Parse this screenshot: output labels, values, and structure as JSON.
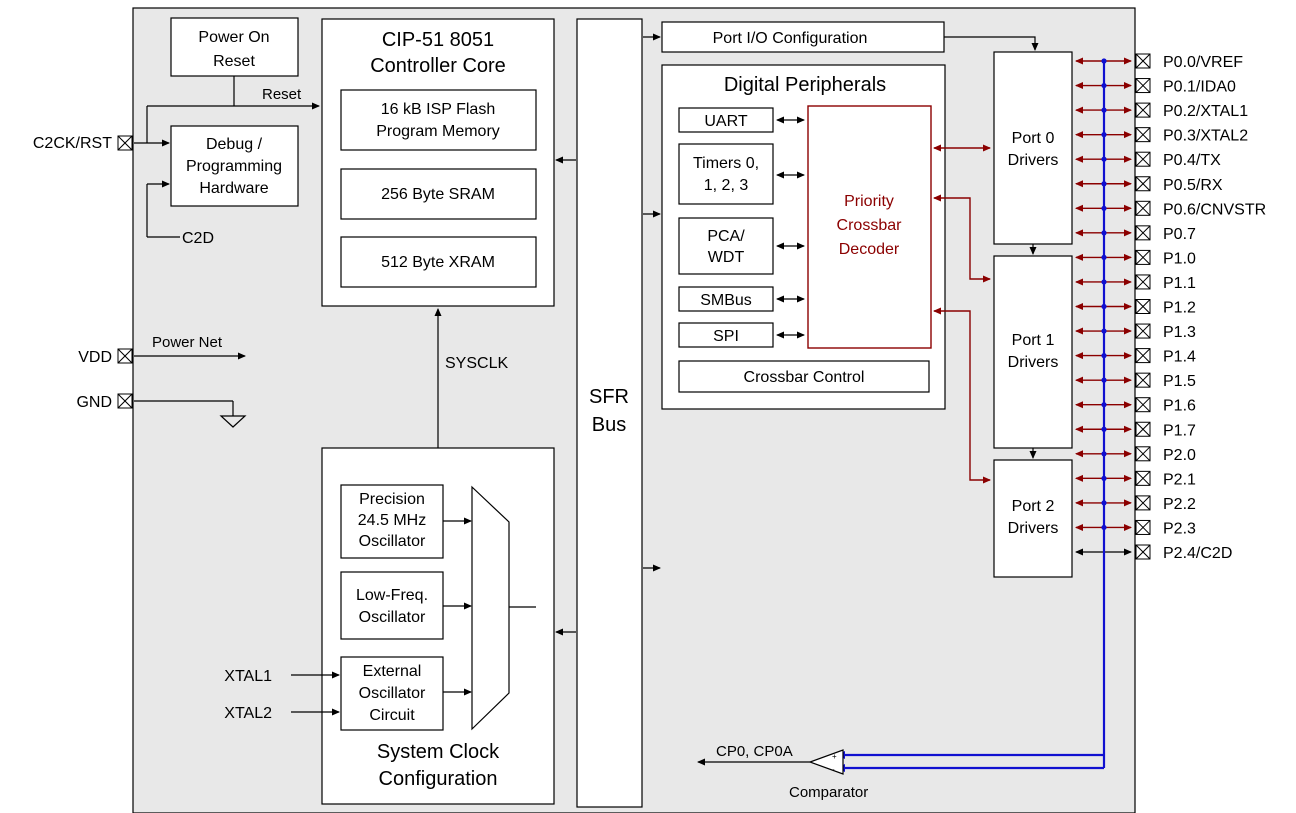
{
  "blocks": {
    "power_on_reset": [
      "Power On",
      "Reset"
    ],
    "debug": [
      "Debug /",
      "Programming",
      "Hardware"
    ],
    "cpu_core": [
      "CIP-51 8051",
      "Controller Core"
    ],
    "flash": [
      "16 kB ISP Flash",
      "Program Memory"
    ],
    "sram": "256 Byte SRAM",
    "xram": "512 Byte XRAM",
    "sfr_bus": [
      "SFR",
      "Bus"
    ],
    "port_io_config": "Port I/O Configuration",
    "digital_peripherals": "Digital Peripherals",
    "uart": "UART",
    "timers": [
      "Timers 0,",
      "1, 2, 3"
    ],
    "pca": [
      "PCA/",
      "WDT"
    ],
    "smbus": "SMBus",
    "spi": "SPI",
    "crossbar_decoder": [
      "Priority",
      "Crossbar",
      "Decoder"
    ],
    "crossbar_control": "Crossbar Control",
    "port0": [
      "Port 0",
      "Drivers"
    ],
    "port1": [
      "Port 1",
      "Drivers"
    ],
    "port2": [
      "Port 2",
      "Drivers"
    ],
    "precision_osc": [
      "Precision",
      "24.5 MHz",
      "Oscillator"
    ],
    "lowfreq_osc": [
      "Low-Freq.",
      "Oscillator"
    ],
    "external_osc": [
      "External",
      "Oscillator",
      "Circuit"
    ],
    "system_clock": [
      "System Clock",
      "Configuration"
    ]
  },
  "signals": {
    "reset": "Reset",
    "c2d": "C2D",
    "power_net": "Power Net",
    "sysclk": "SYSCLK",
    "comparator_out": "CP0, CP0A",
    "comparator": "Comparator"
  },
  "left_pins": {
    "c2ck": "C2CK/RST",
    "vdd": "VDD",
    "gnd": "GND",
    "xtal1": "XTAL1",
    "xtal2": "XTAL2"
  },
  "pins": [
    "P0.0/VREF",
    "P0.1/IDA0",
    "P0.2/XTAL1",
    "P0.3/XTAL2",
    "P0.4/TX",
    "P0.5/RX",
    "P0.6/CNVSTR",
    "P0.7",
    "P1.0",
    "P1.1",
    "P1.2",
    "P1.3",
    "P1.4",
    "P1.5",
    "P1.6",
    "P1.7",
    "P2.0",
    "P2.1",
    "P2.2",
    "P2.3",
    "P2.4/C2D"
  ],
  "colors": {
    "chip_bg": "#e8e8e8",
    "crossbar": "#8b0000",
    "analog_bus": "#1010d0"
  }
}
